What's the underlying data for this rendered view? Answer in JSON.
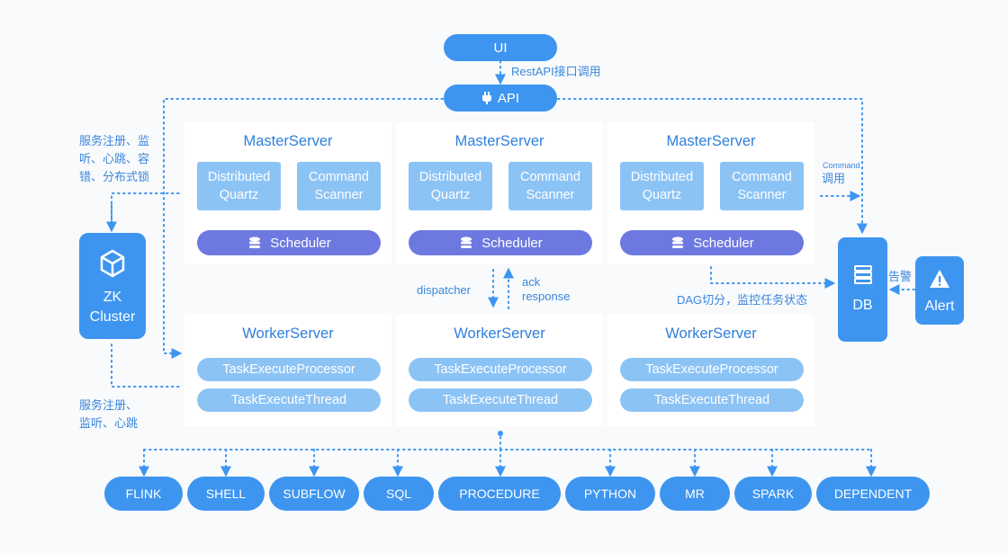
{
  "ui": "UI",
  "rest_label": "RestAPI接口调用",
  "api": "API",
  "left_top_label": "服务注册、监听、心跳、容错、分布式锁",
  "left_top_lines": [
    "服务注册、监",
    "听、心跳、容",
    "错、分布式锁"
  ],
  "left_bottom_lines": [
    "服务注册、",
    "监听、心跳"
  ],
  "zk": [
    "ZK",
    "Cluster"
  ],
  "masters": [
    {
      "title": "MasterServer",
      "quartz": [
        "Distributed",
        "Quartz"
      ],
      "scanner": [
        "Command",
        "Scanner"
      ],
      "scheduler": "Scheduler"
    },
    {
      "title": "MasterServer",
      "quartz": [
        "Distributed",
        "Quartz"
      ],
      "scanner": [
        "Command",
        "Scanner"
      ],
      "scheduler": "Scheduler"
    },
    {
      "title": "MasterServer",
      "quartz": [
        "Distributed",
        "Quartz"
      ],
      "scanner": [
        "Command",
        "Scanner"
      ],
      "scheduler": "Scheduler"
    }
  ],
  "workers": [
    {
      "title": "WorkerServer",
      "processor": "TaskExecuteProcessor",
      "thread": "TaskExecuteThread"
    },
    {
      "title": "WorkerServer",
      "processor": "TaskExecuteProcessor",
      "thread": "TaskExecuteThread"
    },
    {
      "title": "WorkerServer",
      "processor": "TaskExecuteProcessor",
      "thread": "TaskExecuteThread"
    }
  ],
  "dispatcher": "dispatcher",
  "ack": [
    "ack",
    "response"
  ],
  "command_small": "Command",
  "command_cn": "调用",
  "dag_label": "DAG切分，监控任务状态",
  "db": "DB",
  "alarm_label": "告警",
  "alert": "Alert",
  "tasks": [
    "FLINK",
    "SHELL",
    "SUBFLOW",
    "SQL",
    "PROCEDURE",
    "PYTHON",
    "MR",
    "SPARK",
    "DEPENDENT"
  ],
  "colors": {
    "primary": "#3d95f0",
    "light": "#8cc3f5",
    "scheduler": "#6d79e0",
    "title": "#2f7fdb"
  },
  "icons": {
    "api": "plug-icon",
    "scheduler": "database-stack-icon",
    "zk": "cube-icon",
    "db": "server-icon",
    "alert": "warning-icon"
  }
}
